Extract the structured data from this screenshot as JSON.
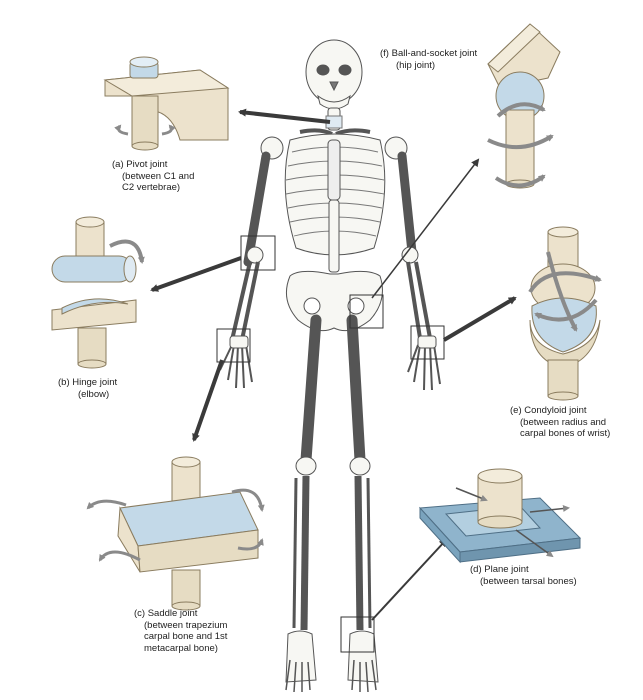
{
  "colors": {
    "bone": "#f7f7f3",
    "bone_stroke": "#555555",
    "joint_beige": "#ece2cc",
    "joint_beige_dark": "#c9b896",
    "cartilage_blue": "#c3d9e8",
    "plane_blue": "#8fb4cc",
    "arrow_dark": "#3a3a3a",
    "arrow_grey": "#8a8a8a"
  },
  "joints": {
    "pivot": {
      "title": "(a) Pivot joint",
      "line2": "(between C1 and",
      "line3": "C2 vertebrae)"
    },
    "hinge": {
      "title": "(b) Hinge joint",
      "line2": "(elbow)"
    },
    "saddle": {
      "title": "(c) Saddle joint",
      "line2": "(between trapezium",
      "line3": "carpal bone and 1st",
      "line4": "metacarpal bone)"
    },
    "plane": {
      "title": "(d) Plane joint",
      "line2": "(between tarsal bones)"
    },
    "condyloid": {
      "title": "(e) Condyloid joint",
      "line2": "(between radius and",
      "line3": "carpal bones of wrist)"
    },
    "ball": {
      "title": "(f) Ball-and-socket joint",
      "line2": "(hip joint)"
    }
  },
  "icons": {
    "pivot_model": "pivot-joint-model",
    "hinge_model": "hinge-joint-model",
    "saddle_model": "saddle-joint-model",
    "plane_model": "plane-joint-model",
    "condyloid_model": "condyloid-joint-model",
    "ball_model": "ball-and-socket-joint-model"
  }
}
